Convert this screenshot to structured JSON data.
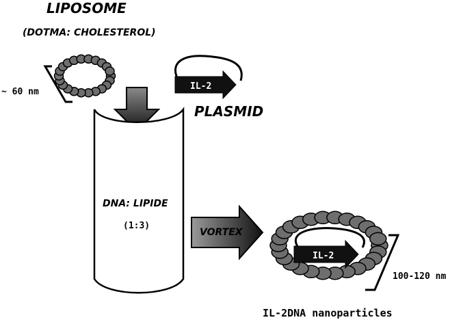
{
  "liposome": {
    "title": "LIPOSOME",
    "composition": "(DOTMA: CHOLESTEROL)",
    "size_label": "~ 60 nm"
  },
  "plasmid": {
    "gene_label": "IL-2",
    "label": "PLASMID"
  },
  "tube": {
    "ratio_title": "DNA: LIPIDE",
    "ratio_value": "(1:3)"
  },
  "process": {
    "vortex_label": "VORTEX"
  },
  "nanoparticle": {
    "gene_label": "IL-2",
    "size_label": "100-120 nm",
    "caption": "IL-2DNA nanoparticles"
  },
  "colors": {
    "bead_fill": "#6e6e6e",
    "outline": "#000000",
    "arrow_dark": "#1a1a1a"
  }
}
